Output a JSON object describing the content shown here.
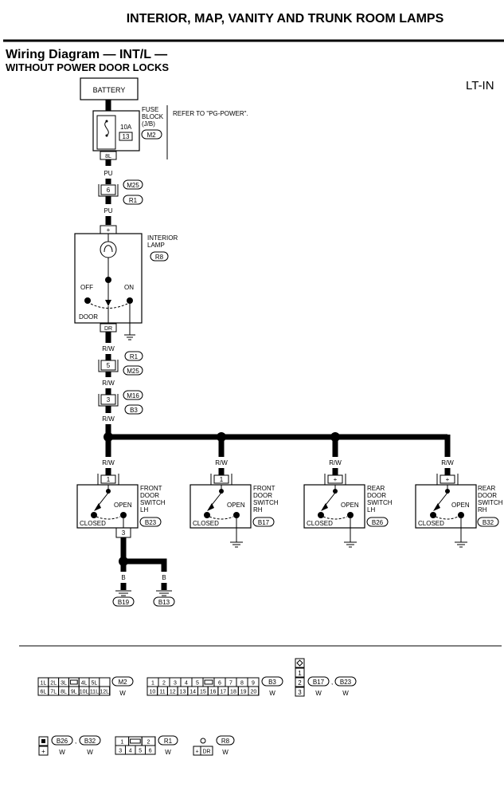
{
  "page": {
    "header": "INTERIOR, MAP, VANITY AND TRUNK ROOM LAMPS",
    "title": "Wiring Diagram — INT/L —",
    "subtitle": "WITHOUT POWER DOOR LOCKS",
    "code": "LT-IN"
  },
  "battery": {
    "label": "BATTERY"
  },
  "fuse_block": {
    "lines": [
      "FUSE",
      "BLOCK",
      "(J/B)"
    ],
    "connector": "M2",
    "rating": "10A",
    "fuse_no": "13",
    "terminal": "8L",
    "note": "REFER TO \"PG-POWER\"."
  },
  "wires": {
    "pu": "PU",
    "rw": "R/W",
    "b": "B"
  },
  "connectors": {
    "c1": {
      "pin": "6",
      "codes": [
        "M25",
        "R1"
      ]
    },
    "c2": {
      "pin": "5",
      "codes": [
        "R1",
        "M25"
      ]
    },
    "c3": {
      "pin": "3",
      "codes": [
        "M16",
        "B3"
      ]
    }
  },
  "interior_lamp": {
    "lines": [
      "INTERIOR",
      "LAMP"
    ],
    "code": "R8",
    "plus": "+",
    "off": "OFF",
    "on": "ON",
    "door": "DOOR",
    "dr_pin": "DR"
  },
  "switches": [
    {
      "lines": [
        "FRONT",
        "DOOR",
        "SWITCH",
        "LH"
      ],
      "code": "B23",
      "pin": "1",
      "open": "OPEN",
      "closed": "CLOSED",
      "lower_pin": "3"
    },
    {
      "lines": [
        "FRONT",
        "DOOR",
        "SWITCH",
        "RH"
      ],
      "code": "B17",
      "pin": "1",
      "open": "OPEN",
      "closed": "CLOSED"
    },
    {
      "lines": [
        "REAR",
        "DOOR",
        "SWITCH",
        "LH"
      ],
      "code": "B26",
      "pin": "+",
      "open": "OPEN",
      "closed": "CLOSED"
    },
    {
      "lines": [
        "REAR",
        "DOOR",
        "SWITCH",
        "RH"
      ],
      "code": "B32",
      "pin": "+",
      "open": "OPEN",
      "closed": "CLOSED"
    }
  ],
  "grounds": [
    {
      "code": "B19"
    },
    {
      "code": "B13"
    }
  ],
  "legend": {
    "m2": {
      "row1": [
        "1L",
        "2L",
        "3L",
        "",
        "4L",
        "5L"
      ],
      "row2": [
        "6L",
        "7L",
        "8L",
        "9L",
        "10L",
        "11L",
        "12L"
      ],
      "code": "M2",
      "color": "W"
    },
    "b3": {
      "row1": [
        "1",
        "2",
        "3",
        "4",
        "5",
        "",
        "6",
        "7",
        "8",
        "9"
      ],
      "row2": [
        "10",
        "11",
        "12",
        "13",
        "14",
        "15",
        "16",
        "17",
        "18",
        "19",
        "20"
      ],
      "code": "B3",
      "color": "W"
    },
    "b17": {
      "pins": [
        "1",
        "2",
        "3"
      ],
      "codes": [
        "B17",
        "B23"
      ],
      "sep": ",",
      "colors": [
        "W",
        "W"
      ]
    },
    "b26": {
      "pin": "+",
      "codes": [
        "B26",
        "B32"
      ],
      "sep": ",",
      "colors": [
        "W",
        "W"
      ]
    },
    "r1": {
      "row1": [
        "1",
        "",
        "2"
      ],
      "row2": [
        "3",
        "4",
        "5",
        "6"
      ],
      "code": "R1",
      "color": "W"
    },
    "r8": {
      "row2": [
        "+",
        "DR"
      ],
      "code": "R8",
      "color": "W"
    }
  }
}
